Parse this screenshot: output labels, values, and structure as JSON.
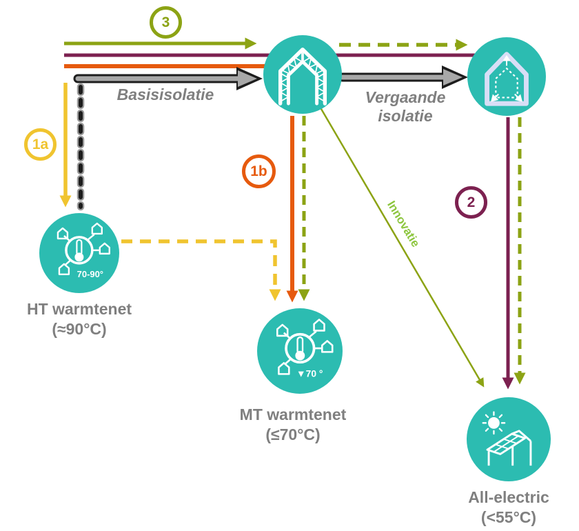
{
  "colors": {
    "teal": "#2CBCB1",
    "olive": "#8CA314",
    "green": "#8DC63F",
    "purple": "#7C2150",
    "orange": "#E65A0E",
    "yellow": "#F0C42F",
    "gray_text": "#7F7F7F",
    "gray_arrow": "#A8A8A8",
    "lavender": "#D8DEF6",
    "black": "#1D1D1D",
    "white": "#FFFFFF"
  },
  "badges": {
    "step3": "3",
    "step1a": "1a",
    "step1b": "1b",
    "step2": "2"
  },
  "labels": {
    "basisisolatie": "Basisisolatie",
    "vergaande_line1": "Vergaande",
    "vergaande_line2": "isolatie",
    "innovatie": "Innovatie"
  },
  "nodes": {
    "ht": {
      "title": "HT warmtenet",
      "subtitle": "(≈90°C)",
      "icon_text": "70-90°"
    },
    "mt": {
      "title": "MT warmtenet",
      "subtitle": "(≤70°C)",
      "icon_text": "▼70 °"
    },
    "all_electric": {
      "title": "All-electric",
      "subtitle": "(<55°C)"
    }
  }
}
